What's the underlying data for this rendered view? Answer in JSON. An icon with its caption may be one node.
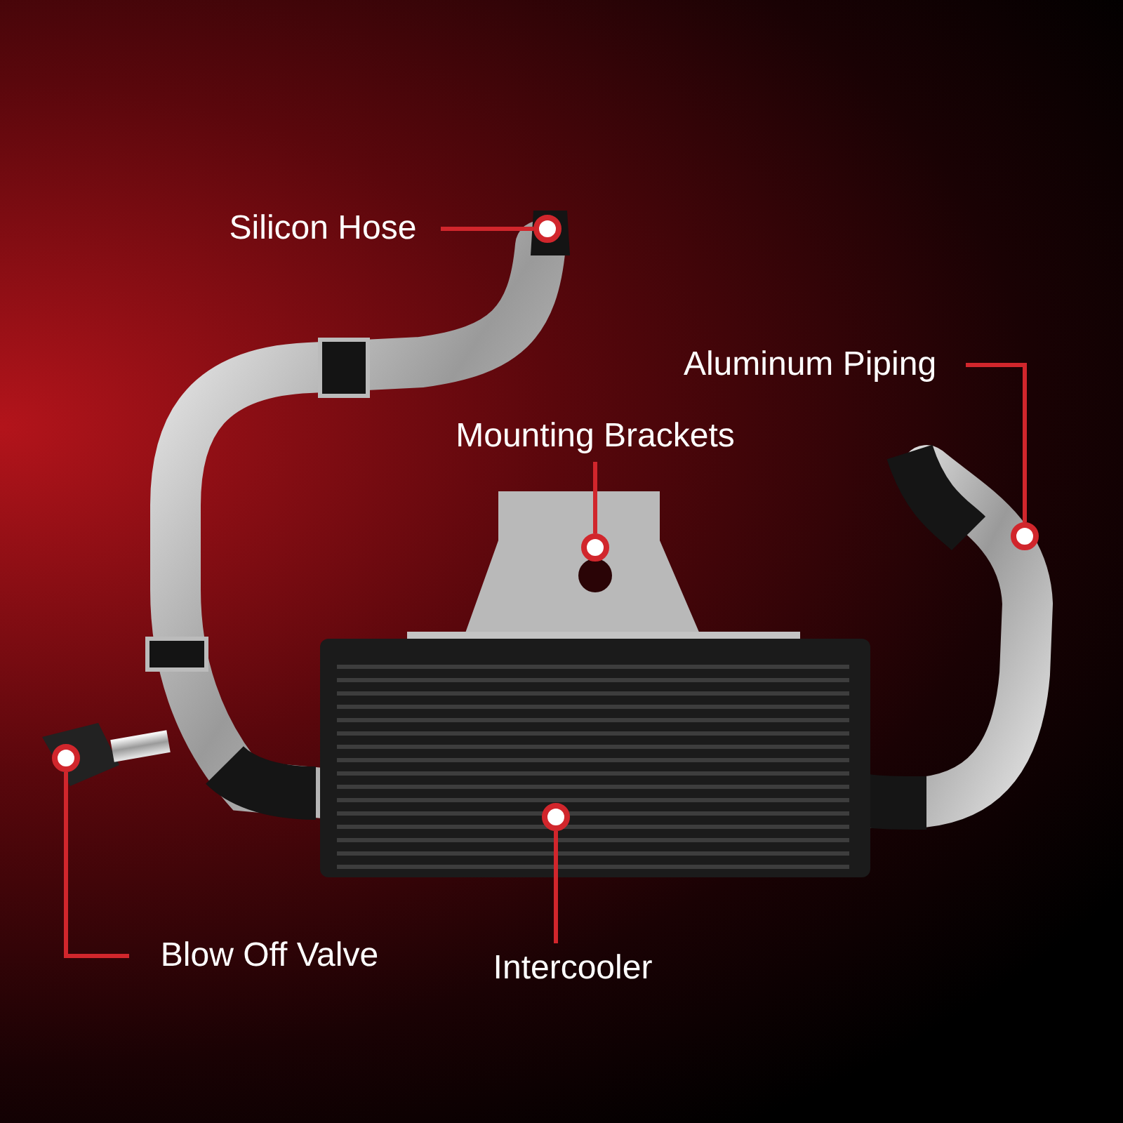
{
  "diagram": {
    "nodes": [
      {
        "text": [
          "Silicon Hose"
        ]
      },
      {
        "text": [
          "Aluminum Piping"
        ]
      },
      {
        "text": [
          "Mounting Brackets"
        ]
      },
      {
        "text": [
          "Blow Off Valve"
        ]
      },
      {
        "text": [
          "Intercooler"
        ]
      },
      {
        "text": [],
        "shape": "circle"
      },
      {
        "text": [],
        "shape": "circle"
      },
      {
        "text": [],
        "shape": "circle"
      },
      {
        "text": [],
        "shape": "circle"
      },
      {
        "text": [],
        "shape": "circle"
      }
    ],
    "edges": [
      {
        "from": 0,
        "to": 5,
        "arrow": "none"
      },
      {
        "from": 1,
        "to": 6,
        "arrow": "none"
      },
      {
        "from": 2,
        "to": 7,
        "arrow": "none"
      },
      {
        "from": 3,
        "to": 8,
        "arrow": "none"
      },
      {
        "from": 4,
        "to": 9,
        "arrow": "none"
      }
    ]
  }
}
